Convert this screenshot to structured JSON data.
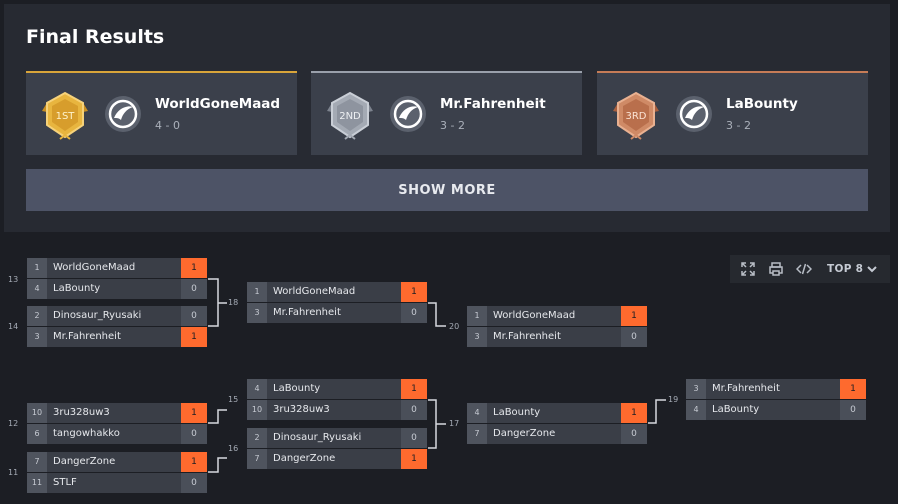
{
  "final_results": {
    "title": "Final Results",
    "show_more_label": "SHOW MORE",
    "placements": [
      {
        "medal": "1ST",
        "name": "WorldGoneMaad",
        "score": "4 - 0",
        "color": "#d9a53a"
      },
      {
        "medal": "2ND",
        "name": "Mr.Fahrenheit",
        "score": "3 - 2",
        "color": "#9aa0ab"
      },
      {
        "medal": "3RD",
        "name": "LaBounty",
        "score": "3 - 2",
        "color": "#c67c57"
      }
    ]
  },
  "toolbar": {
    "icons": [
      "expand-icon",
      "print-icon",
      "embed-code-icon"
    ],
    "view_label": "TOP 8"
  },
  "colors": {
    "win": "#fe6a2e",
    "row_bg": "#3a3e47",
    "page_bg": "#1c1e24"
  },
  "bracket": {
    "matches": [
      {
        "id": "13",
        "num": "13",
        "p1": {
          "seed": "1",
          "name": "WorldGoneMaad",
          "score": "1",
          "win": true
        },
        "p2": {
          "seed": "4",
          "name": "LaBounty",
          "score": "0",
          "win": false
        }
      },
      {
        "id": "14",
        "num": "14",
        "p1": {
          "seed": "2",
          "name": "Dinosaur_Ryusaki",
          "score": "0",
          "win": false
        },
        "p2": {
          "seed": "3",
          "name": "Mr.Fahrenheit",
          "score": "1",
          "win": true
        }
      },
      {
        "id": "18",
        "num": "18",
        "p1": {
          "seed": "1",
          "name": "WorldGoneMaad",
          "score": "1",
          "win": true
        },
        "p2": {
          "seed": "3",
          "name": "Mr.Fahrenheit",
          "score": "0",
          "win": false
        }
      },
      {
        "id": "20",
        "num": "20",
        "p1": {
          "seed": "1",
          "name": "WorldGoneMaad",
          "score": "1",
          "win": true
        },
        "p2": {
          "seed": "3",
          "name": "Mr.Fahrenheit",
          "score": "0",
          "win": false
        }
      },
      {
        "id": "12",
        "num": "12",
        "p1": {
          "seed": "10",
          "name": "3ru328uw3",
          "score": "1",
          "win": true
        },
        "p2": {
          "seed": "6",
          "name": "tangowhakko",
          "score": "0",
          "win": false
        }
      },
      {
        "id": "11",
        "num": "11",
        "p1": {
          "seed": "7",
          "name": "DangerZone",
          "score": "1",
          "win": true
        },
        "p2": {
          "seed": "11",
          "name": "STLF",
          "score": "0",
          "win": false
        }
      },
      {
        "id": "15",
        "num": "15",
        "p1": {
          "seed": "4",
          "name": "LaBounty",
          "score": "1",
          "win": true
        },
        "p2": {
          "seed": "10",
          "name": "3ru328uw3",
          "score": "0",
          "win": false
        }
      },
      {
        "id": "16",
        "num": "16",
        "p1": {
          "seed": "2",
          "name": "Dinosaur_Ryusaki",
          "score": "0",
          "win": false
        },
        "p2": {
          "seed": "7",
          "name": "DangerZone",
          "score": "1",
          "win": true
        }
      },
      {
        "id": "17",
        "num": "17",
        "p1": {
          "seed": "4",
          "name": "LaBounty",
          "score": "1",
          "win": true
        },
        "p2": {
          "seed": "7",
          "name": "DangerZone",
          "score": "0",
          "win": false
        }
      },
      {
        "id": "19",
        "num": "19",
        "p1": {
          "seed": "3",
          "name": "Mr.Fahrenheit",
          "score": "1",
          "win": true
        },
        "p2": {
          "seed": "4",
          "name": "LaBounty",
          "score": "0",
          "win": false
        }
      }
    ]
  }
}
